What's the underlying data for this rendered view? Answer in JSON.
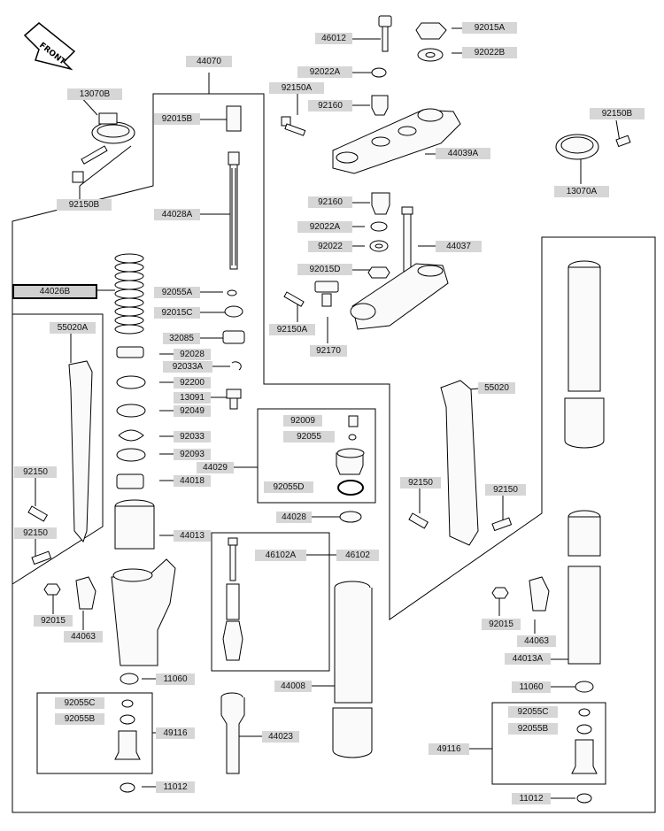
{
  "diagram": {
    "orientation_badge": "FRONT",
    "labels": {
      "p46012": "46012",
      "p92015A": "92015A",
      "p92022B": "92022B",
      "p44070": "44070",
      "p92022A_top": "92022A",
      "p92150A_top": "92150A",
      "p13070B": "13070B",
      "p92015B": "92015B",
      "p92160_top": "92160",
      "p44039A": "44039A",
      "p92150B_right": "92150B",
      "p13070A": "13070A",
      "p92150B_left": "92150B",
      "p44028A": "44028A",
      "p92160_mid": "92160",
      "p92022A_mid": "92022A",
      "p92022": "92022",
      "p44037": "44037",
      "p92015D": "92015D",
      "p44026B": "44026B",
      "p92055A": "92055A",
      "p92015C": "92015C",
      "p92150A_mid": "92150A",
      "p55020A": "55020A",
      "p32085": "32085",
      "p92028": "92028",
      "p92170": "92170",
      "p92033A": "92033A",
      "p92200": "92200",
      "p55020": "55020",
      "p13091": "13091",
      "p92049": "92049",
      "p92009": "92009",
      "p92055": "92055",
      "p92033": "92033",
      "p92093": "92093",
      "p44029": "44029",
      "p92150_left": "92150",
      "p44018": "44018",
      "p92055D": "92055D",
      "p92150_r1": "92150",
      "p92150_r2": "92150",
      "p44028": "44028",
      "p92150_left2": "92150",
      "p44013": "44013",
      "p46102A": "46102A",
      "p46102": "46102",
      "p92015_left": "92015",
      "p92015_right": "92015",
      "p44063_left": "44063",
      "p44063_right": "44063",
      "p44013A": "44013A",
      "p11060_left": "11060",
      "p11060_right": "11060",
      "p44008": "44008",
      "p92055C_left": "92055C",
      "p92055C_right": "92055C",
      "p92055B_left": "92055B",
      "p92055B_right": "92055B",
      "p49116_left": "49116",
      "p49116_right": "49116",
      "p44023": "44023",
      "p11012_left": "11012",
      "p11012_right": "11012"
    }
  }
}
